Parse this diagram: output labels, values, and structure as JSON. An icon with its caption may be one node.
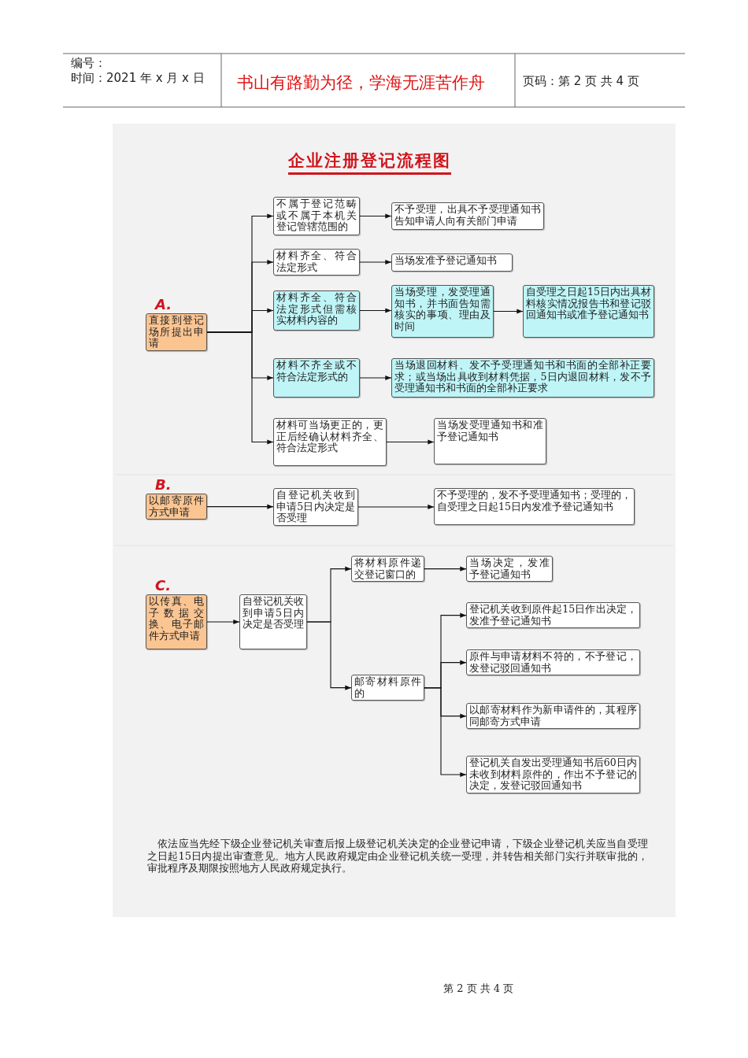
{
  "diagram": {
    "title": "企业注册登记流程图",
    "nodes": [
      {
        "text": [
          "直接到登记场所提出申请"
        ],
        "beside": [
          "A."
        ]
      },
      {
        "text": [
          "不属于登记范畴或不属于本机关登记管辖范围的"
        ]
      },
      {
        "text": [
          "不予受理，出具不予受理通知书告知申请人向有关部门申请"
        ]
      },
      {
        "text": [
          "材料齐全、符合法定形式"
        ]
      },
      {
        "text": [
          "当场发准予登记通知书"
        ]
      },
      {
        "text": [
          "材料齐全、符合法定形式但需核实材料内容的"
        ]
      },
      {
        "text": [
          "当场受理，发受理通知书，并书面告知需核实的事项、理由及时间"
        ]
      },
      {
        "text": [
          "自受理之日起15日内出具材料核实情况报告书和登记驳回通知书或准予登记通知书"
        ]
      },
      {
        "text": [
          "材料不齐全或不符合法定形式的"
        ]
      },
      {
        "text": [
          "当场退回材料、发不予受理通知书和书面的全部补正要求；或当场出具收到材料凭据，5日内退回材料，发不予受理通知书和书面的全部补正要求"
        ]
      },
      {
        "text": [
          "材料可当场更正的，更正后经确认材料齐全、符合法定形式"
        ]
      },
      {
        "text": [
          "当场发受理通知书和准予登记通知书"
        ]
      },
      {
        "text": [
          "以邮寄原件方式申请"
        ],
        "beside": [
          "B."
        ]
      },
      {
        "text": [
          "自登记机关收到申请5日内决定是否受理"
        ]
      },
      {
        "text": [
          "不予受理的，发不予受理通知书；受理的，自受理之日起15日内发准予登记通知书"
        ]
      },
      {
        "text": [
          "以传真、电子数据交换、电子邮件方式申请"
        ],
        "beside": [
          "C."
        ]
      },
      {
        "text": [
          "自登记机关收到申请5日内决定是否受理"
        ]
      },
      {
        "text": [
          "将材料原件递交登记窗口的"
        ]
      },
      {
        "text": [
          "当场决定，发准予登记通知书"
        ]
      },
      {
        "text": [
          "邮寄材料原件的"
        ]
      },
      {
        "text": [
          "登记机关收到原件起15日作出决定，发准予登记通知书"
        ]
      },
      {
        "text": [
          "原件与申请材料不符的，不予登记，发登记驳回通知书"
        ]
      },
      {
        "text": [
          "以邮寄材料作为新申请件的，其程序同邮寄方式申请"
        ]
      },
      {
        "text": [
          "登记机关自发出受理通知书后60日内未收到材料原件的，作出不予登记的决定，发登记驳回通知书"
        ]
      }
    ],
    "edges": [
      {
        "from": 0,
        "to": 1,
        "arrow": "to"
      },
      {
        "from": 0,
        "to": 3,
        "arrow": "to"
      },
      {
        "from": 0,
        "to": 5,
        "arrow": "to"
      },
      {
        "from": 0,
        "to": 8,
        "arrow": "to"
      },
      {
        "from": 0,
        "to": 10,
        "arrow": "to"
      },
      {
        "from": 1,
        "to": 2,
        "arrow": "to"
      },
      {
        "from": 3,
        "to": 4,
        "arrow": "to"
      },
      {
        "from": 5,
        "to": 6,
        "arrow": "to"
      },
      {
        "from": 6,
        "to": 7,
        "arrow": "to"
      },
      {
        "from": 8,
        "to": 9,
        "arrow": "to"
      },
      {
        "from": 10,
        "to": 11,
        "arrow": "to"
      },
      {
        "from": 12,
        "to": 13,
        "arrow": "to"
      },
      {
        "from": 13,
        "to": 14,
        "arrow": "to"
      },
      {
        "from": 15,
        "to": 16,
        "arrow": "to"
      },
      {
        "from": 16,
        "to": 17,
        "arrow": "to"
      },
      {
        "from": 16,
        "to": 19,
        "arrow": "to"
      },
      {
        "from": 17,
        "to": 18,
        "arrow": "to"
      },
      {
        "from": 19,
        "to": 20,
        "arrow": "to"
      },
      {
        "from": 19,
        "to": 21,
        "arrow": "to"
      },
      {
        "from": 19,
        "to": 22,
        "arrow": "to"
      },
      {
        "from": 19,
        "to": 23,
        "arrow": "to"
      }
    ],
    "labels": [
      "编号：",
      "时间：2021 年 x 月 x 日",
      "书山有路勤为径，学海无涯苦作舟",
      "页码：第 2 页  共 4 页",
      "依法应当先经下级企业登记机关审查后报上级登记机关决定的企业登记申请，下级企业登记机关应当自受理之日起15日内提出审查意见。地方人民政府规定由企业登记机关统一受理，并转告相关部门实行并联审批的，审批程序及期限按照地方人民政府规定执行。",
      "第 2 页 共 4 页"
    ]
  }
}
